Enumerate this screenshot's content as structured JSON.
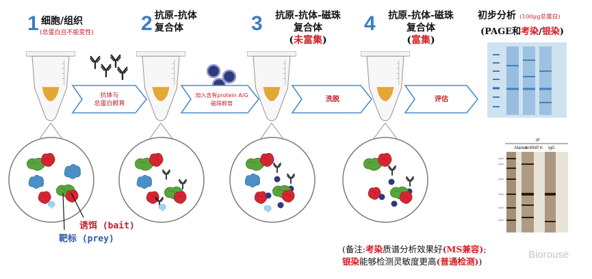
{
  "steps": [
    {
      "number": "1",
      "title": "细胞/组织",
      "subtitle": "(总蛋白且不能变性)",
      "subtitle_color": "#c0202a"
    },
    {
      "number": "2",
      "title_line1": "抗原-抗体",
      "title_line2": "复合体"
    },
    {
      "number": "3",
      "title_line1": "抗原-抗体-磁珠",
      "title_line2": "复合体",
      "title_line3_prefix": "(",
      "title_line3_red": "未富集",
      "title_line3_suffix": ")"
    },
    {
      "number": "4",
      "title_line1": "抗原-抗体-磁珠",
      "title_line2": "复合体",
      "title_line3_prefix": "(",
      "title_line3_red": "富集",
      "title_line3_suffix": ")"
    }
  ],
  "initial_analysis": {
    "title": "初步分析",
    "title_note": "(100μg总蛋白)",
    "subtitle_prefix": "(PAGE和",
    "subtitle_red1": "考染",
    "subtitle_sep": "/",
    "subtitle_red2": "银染",
    "subtitle_suffix": ")"
  },
  "arrows": [
    {
      "line1": "抗体与",
      "line2": "总蛋白孵育"
    },
    {
      "line1": "加入含有protein A/G",
      "line2": "磁珠孵育"
    },
    {
      "line1": "洗脱",
      "line2": ""
    },
    {
      "line1": "评估",
      "line2": ""
    }
  ],
  "callouts": {
    "bait": "诱饵 (bait)",
    "prey": "靶标 (prey)"
  },
  "gel": {
    "ip_label": "IP",
    "marker_label": "Marker",
    "lane1_label": "hnRNP K",
    "lane2_label": "IgG"
  },
  "note": {
    "prefix": "(备注:",
    "red1": "考染",
    "mid1": "质谱分析效果好",
    "paren1": "(MS兼容)",
    "mid1_end": ";",
    "red2": "银染",
    "mid2": "能够检测灵敏度更高",
    "paren2": "(普通检测)",
    "end": ")"
  },
  "watermark": "Biorouse",
  "colors": {
    "step_number": "#3d7dc4",
    "accent_red": "#d21f26",
    "arrow_fill": "#ffffff",
    "arrow_stroke": "#4b8ccb",
    "protein_green": "#58a33c",
    "protein_red": "#d42533",
    "protein_blue": "#4c8fc6",
    "protein_lightblue": "#9fd3ee",
    "bead": "#2f3a7a",
    "sample_orange": "#e3a12a",
    "coomassie_gel": "#cfe2ef"
  }
}
